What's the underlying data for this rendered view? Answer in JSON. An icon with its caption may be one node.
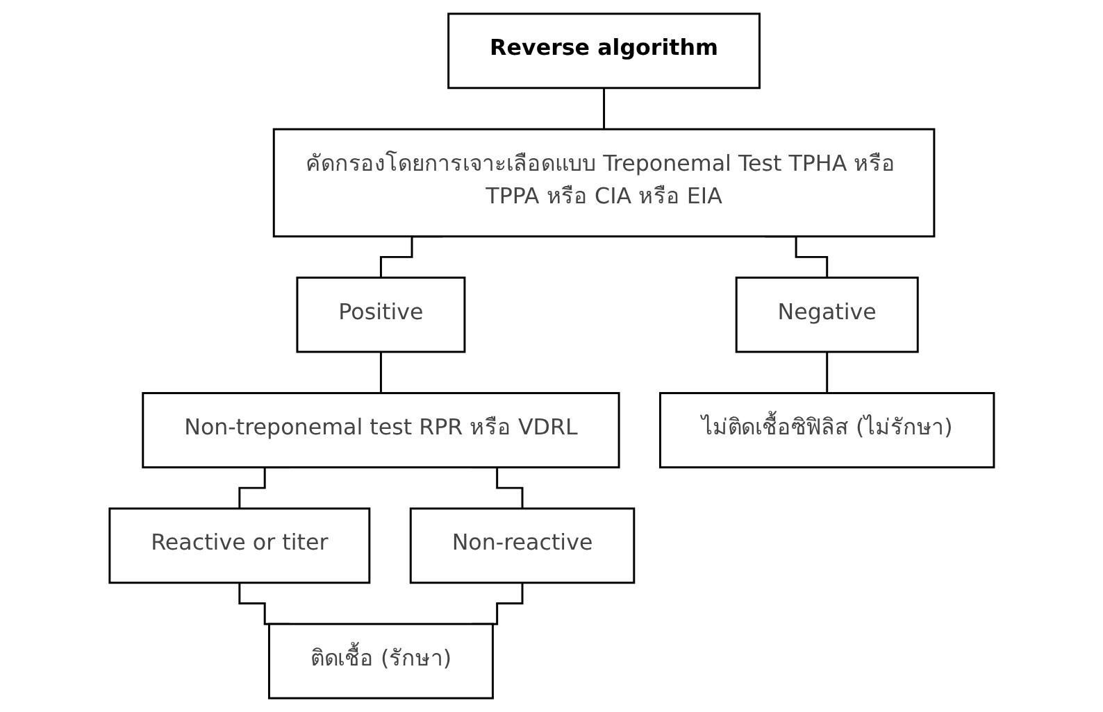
{
  "diagram": {
    "nodes": [
      {
        "text": [
          "Reverse algorithm"
        ]
      },
      {
        "text": [
          "คัดกรองโดยการเจาะเลือดแบบ Treponemal Test TPHA หรือ TPPA หรือ CIA หรือ EIA"
        ]
      },
      {
        "text": [
          "Positive"
        ]
      },
      {
        "text": [
          "Negative"
        ]
      },
      {
        "text": [
          "Non-treponemal test RPR หรือ VDRL"
        ]
      },
      {
        "text": [
          "ไม่ติดเชื้อซิฟิลิส (ไม่รักษา)"
        ]
      },
      {
        "text": [
          "Reactive or titer"
        ]
      },
      {
        "text": [
          "Non-reactive"
        ]
      },
      {
        "text": [
          "ติดเชื้อ (รักษา)"
        ]
      }
    ],
    "edges": [
      {
        "from": 0,
        "to": 1,
        "arrow": "none"
      },
      {
        "from": 1,
        "to": 2,
        "arrow": "none"
      },
      {
        "from": 1,
        "to": 3,
        "arrow": "none"
      },
      {
        "from": 2,
        "to": 4,
        "arrow": "none"
      },
      {
        "from": 3,
        "to": 5,
        "arrow": "none"
      },
      {
        "from": 4,
        "to": 6,
        "arrow": "none"
      },
      {
        "from": 4,
        "to": 7,
        "arrow": "none"
      },
      {
        "from": 6,
        "to": 8,
        "arrow": "none"
      },
      {
        "from": 7,
        "to": 8,
        "arrow": "none"
      }
    ]
  }
}
